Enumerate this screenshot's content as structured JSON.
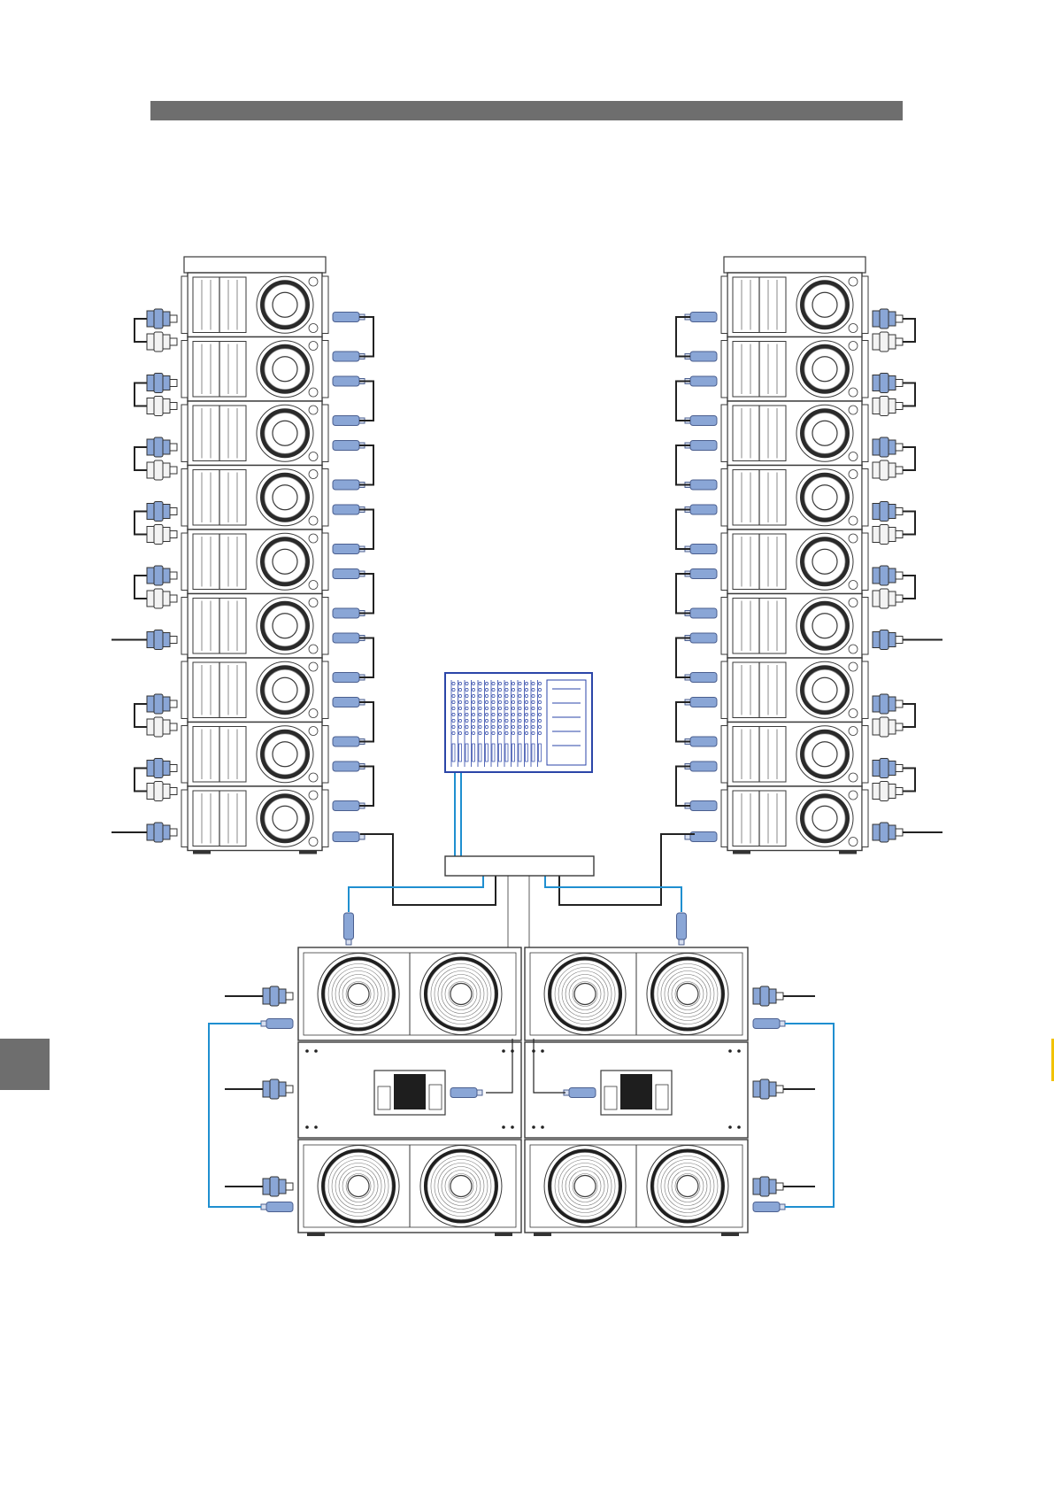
{
  "colors": {
    "header_bar": "#6e6e6e",
    "side_tab": "#6e6e6e",
    "edge_mark": "#f2c200",
    "line": "#3a3a3a",
    "cable_black": "#222222",
    "cable_blue": "#1f8fd0",
    "connector_blue": "#8aa6d6",
    "mixer_blue": "#2b45a8"
  },
  "arrays": {
    "cabinets_per_array": 9,
    "sides": [
      "left",
      "right"
    ]
  },
  "subwoofer_stacks": {
    "stacks": 2,
    "units_per_stack": [
      "subwoofer",
      "amplifier-rack",
      "subwoofer"
    ]
  },
  "icons": [
    "speaker-cabinet",
    "woofer-cone",
    "xlr-connector",
    "powercon-connector",
    "mixer-console",
    "signal-processor",
    "amplifier-module"
  ]
}
